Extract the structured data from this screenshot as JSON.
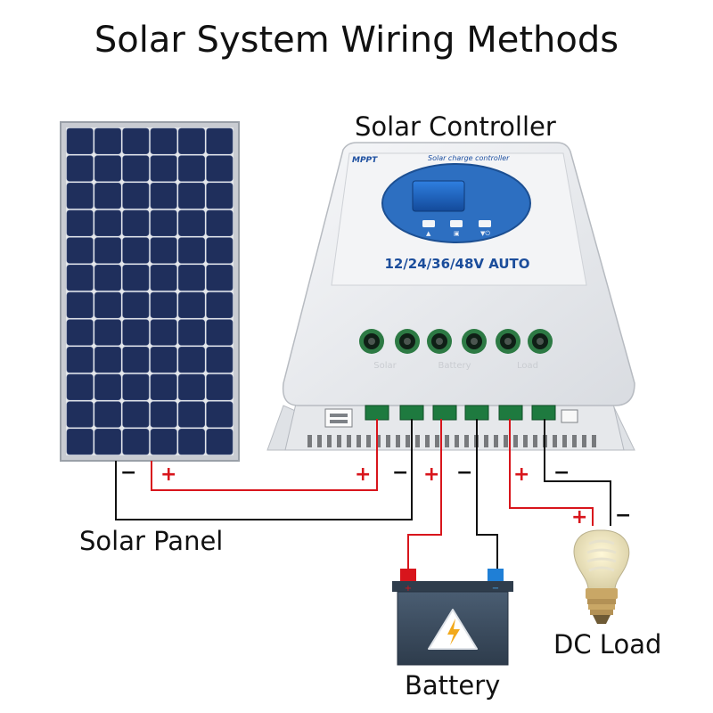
{
  "title": "Solar System Wiring Methods",
  "labels": {
    "controller": "Solar Controller",
    "panel": "Solar Panel",
    "battery": "Battery",
    "load": "DC Load"
  },
  "controller_face": {
    "brand": "MPPT",
    "subtitle": "Solar charge controller",
    "voltage": "12/24/36/48V AUTO",
    "port_labels": [
      "Solar",
      "Battery",
      "Load"
    ]
  },
  "battery_terminals": {
    "positive": "+",
    "negative": "−"
  },
  "polarity": {
    "positive": "+",
    "negative": "−"
  },
  "colors": {
    "positive_wire": "#d8151c",
    "negative_wire": "#111111",
    "panel_cell": "#1f2f5c",
    "controller_body": "#eceef1",
    "display_ring": "#2d6fc1",
    "battery_body": "#3d4f63"
  }
}
